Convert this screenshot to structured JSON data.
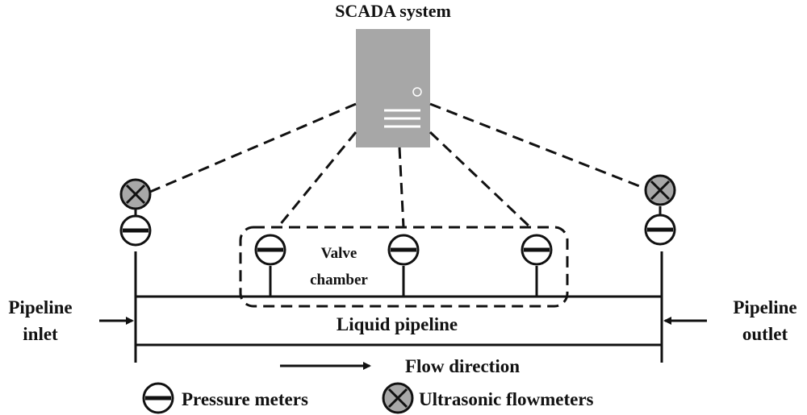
{
  "title": "SCADA system",
  "labels": {
    "valve_chamber_line1": "Valve",
    "valve_chamber_line2": "chamber",
    "pipeline_inlet_line1": "Pipeline",
    "pipeline_inlet_line2": "inlet",
    "pipeline_outlet_line1": "Pipeline",
    "pipeline_outlet_line2": "outlet",
    "liquid_pipeline": "Liquid pipeline",
    "flow_direction": "Flow direction"
  },
  "legend": {
    "pressure_meters": "Pressure meters",
    "ultrasonic_flowmeters": "Ultrasonic flowmeters"
  },
  "colors": {
    "server": "#a7a7a7",
    "flowmeter_fill": "#a8a8a8",
    "line": "#111111"
  }
}
